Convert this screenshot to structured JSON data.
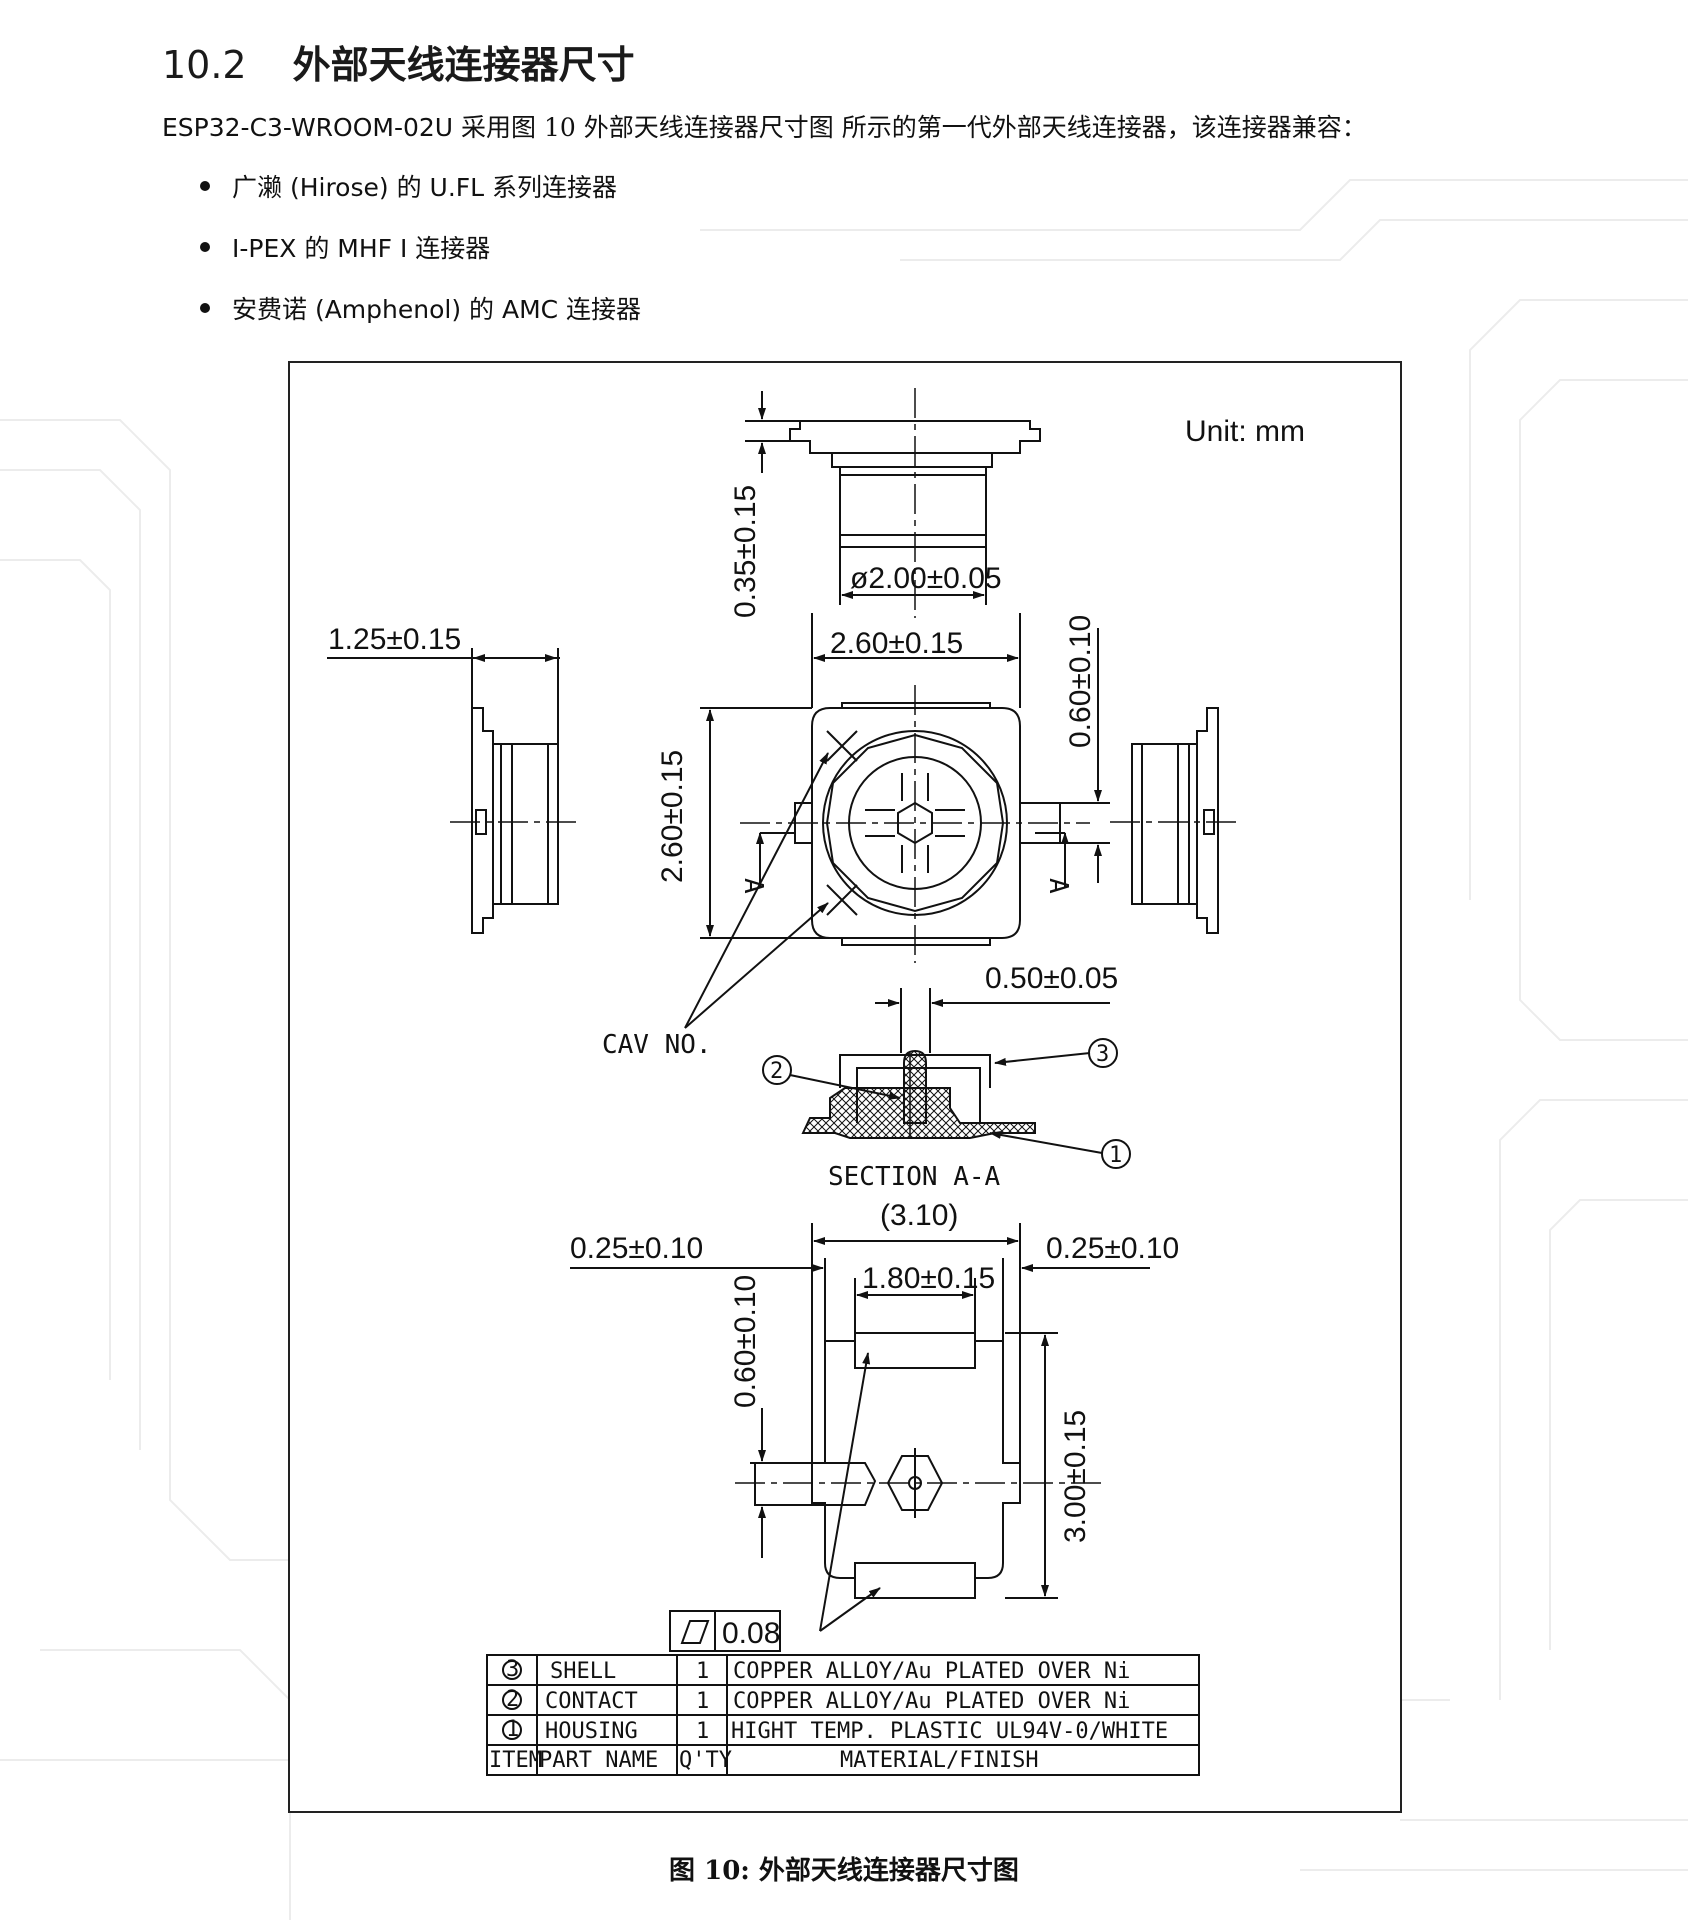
{
  "section": {
    "number": "10.2",
    "title": "外部天线连接器尺寸"
  },
  "intro": {
    "prefix": "ESP32-C3-WROOM-02U 采用",
    "figure_ref": "图 10 外部天线连接器尺寸图",
    "suffix": " 所示的第一代外部天线连接器，该连接器兼容："
  },
  "bullets": [
    "广濑 (Hirose) 的 U.FL 系列连接器",
    "I-PEX 的 MHF I 连接器",
    "安费诺 (Amphenol) 的 AMC 连接器"
  ],
  "drawing": {
    "unit_label": "Unit: mm",
    "dimensions": {
      "top_height": "0.35±0.15",
      "top_diameter": "ø2.00±0.05",
      "side_width": "1.25±0.15",
      "body_width": "2.60±0.15",
      "body_height": "2.60±0.15",
      "tab_height": "0.60±0.10",
      "section_gap": "0.50±0.05",
      "bottom_total": "(3.10)",
      "bottom_left_margin": "0.25±0.10",
      "bottom_right_margin": "0.25±0.10",
      "bottom_inner": "1.80±0.15",
      "bottom_tab": "0.60±0.10",
      "bottom_height": "3.00±0.15"
    },
    "labels": {
      "cav_no": "CAV NO.",
      "section_title": "SECTION A-A",
      "section_mark": "A",
      "balloon_1": "1",
      "balloon_2": "2",
      "balloon_3": "3",
      "flatness_value": "0.08"
    },
    "bom": {
      "header": {
        "item": "ITEM",
        "part": "PART NAME",
        "qty": "Q'TY",
        "material": "MATERIAL/FINISH"
      },
      "rows": [
        {
          "item": "3",
          "part": "SHELL",
          "qty": "1",
          "material": "COPPER ALLOY/Au PLATED OVER Ni"
        },
        {
          "item": "2",
          "part": "CONTACT",
          "qty": "1",
          "material": "COPPER ALLOY/Au PLATED OVER Ni"
        },
        {
          "item": "1",
          "part": "HOUSING",
          "qty": "1",
          "material": "HIGHT TEMP. PLASTIC UL94V-0/WHITE"
        }
      ]
    }
  },
  "caption": "图 10: 外部天线连接器尺寸图"
}
